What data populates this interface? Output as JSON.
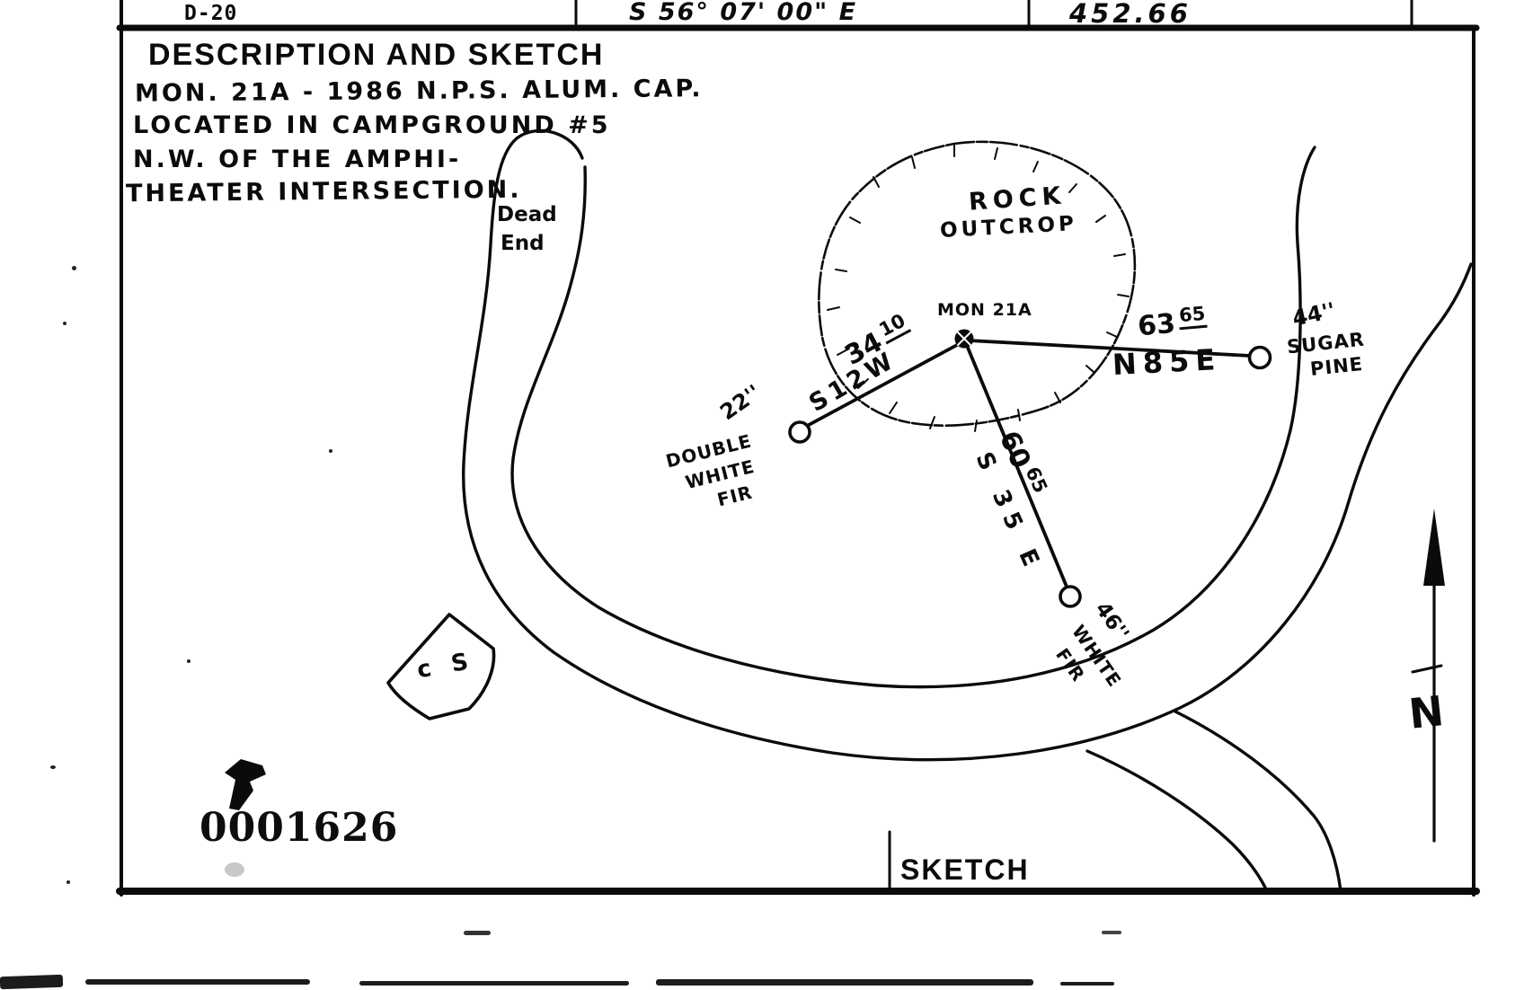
{
  "colors": {
    "ink": "#0b0b0b",
    "paper": "#ffffff"
  },
  "table": {
    "station": "D-20",
    "bearing": "S 56° 07' 00\" E",
    "distance": "452.66"
  },
  "header": {
    "title": "DESCRIPTION AND SKETCH"
  },
  "description": {
    "lines": [
      "MON. 21A - 1986  N.P.S. ALUM. CAP.",
      "LOCATED IN CAMPGROUND #5",
      "N.W. OF THE AMPHI-",
      "THEATER INTERSECTION."
    ]
  },
  "sketch": {
    "labels": {
      "dead_end": [
        "Dead",
        "End"
      ],
      "rock_outcrop": [
        "ROCK",
        "OUTCROP"
      ],
      "monument": "MON 21A",
      "cs": "c S"
    },
    "ties": [
      {
        "distance_main": "34",
        "distance_sup": "10",
        "bearing": "S12W",
        "tree": [
          "22''",
          "DOUBLE",
          "WHITE",
          "FIR"
        ]
      },
      {
        "distance_main": "63",
        "distance_sup": "65",
        "bearing": "N85E",
        "tree": [
          "44''",
          "SUGAR",
          "PINE"
        ]
      },
      {
        "distance_main": "60",
        "distance_sup": "65",
        "bearing": "S 35 E",
        "tree": [
          "46''",
          "WHITE",
          "FIR"
        ]
      }
    ],
    "north_label": "N",
    "sketch_caption": "SKETCH",
    "stamp_number": "0001626"
  }
}
